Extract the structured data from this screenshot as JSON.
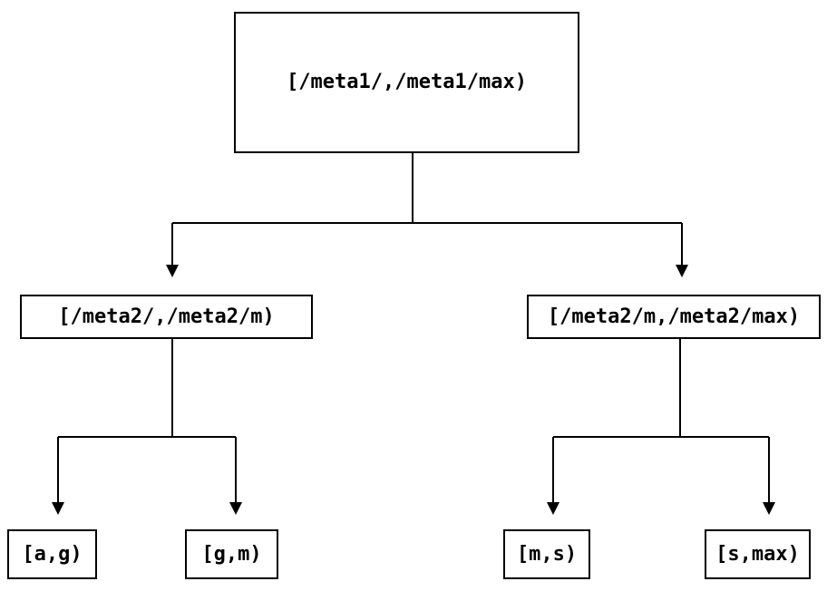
{
  "colors": {
    "background": "#ffffff",
    "line": "#000000",
    "text": "#000000",
    "node_fill": "#ffffff"
  },
  "tree": {
    "nodes": [
      {
        "id": "root",
        "label": "[/meta1/,/meta1/max)"
      },
      {
        "id": "left",
        "label": "[/meta2/,/meta2/m)"
      },
      {
        "id": "right",
        "label": "[/meta2/m,/meta2/max)"
      },
      {
        "id": "leaf-ag",
        "label": "[a,g)"
      },
      {
        "id": "leaf-gm",
        "label": "[g,m)"
      },
      {
        "id": "leaf-ms",
        "label": "[m,s)"
      },
      {
        "id": "leaf-smax",
        "label": "[s,max)"
      }
    ],
    "edges": [
      {
        "from": "root",
        "to": "left"
      },
      {
        "from": "root",
        "to": "right"
      },
      {
        "from": "left",
        "to": "leaf-ag"
      },
      {
        "from": "left",
        "to": "leaf-gm"
      },
      {
        "from": "right",
        "to": "leaf-ms"
      },
      {
        "from": "right",
        "to": "leaf-smax"
      }
    ]
  }
}
